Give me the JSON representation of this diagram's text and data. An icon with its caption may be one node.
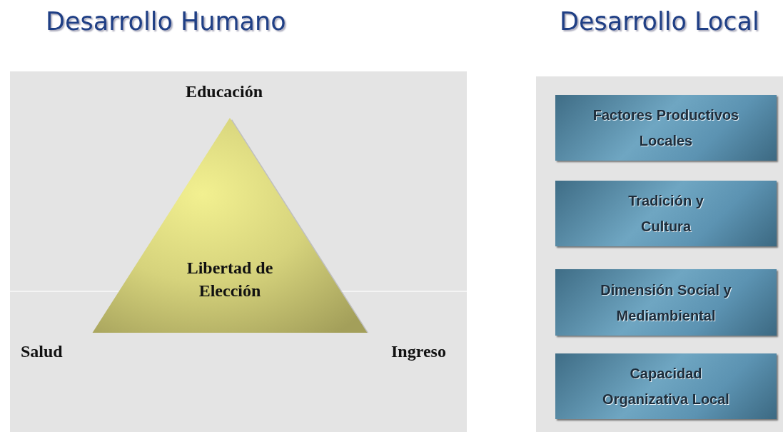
{
  "diagram": {
    "nodes": [
      {
        "text": [
          "Desarrollo Humano"
        ]
      },
      {
        "text": [
          "Libertad de Elección"
        ],
        "in": 0,
        "beside": [
          "Educación",
          "Salud",
          "Ingreso"
        ]
      },
      {
        "text": [
          "Desarrollo Local"
        ]
      },
      {
        "text": [
          "Factores Productivos Locales"
        ],
        "in": 2
      },
      {
        "text": [
          "Tradición y Cultura"
        ],
        "in": 2
      },
      {
        "text": [
          "Dimensión Social y Mediambiental"
        ],
        "in": 2
      },
      {
        "text": [
          "Capacidad Organizativa Local"
        ],
        "in": 2
      }
    ],
    "edges": []
  }
}
